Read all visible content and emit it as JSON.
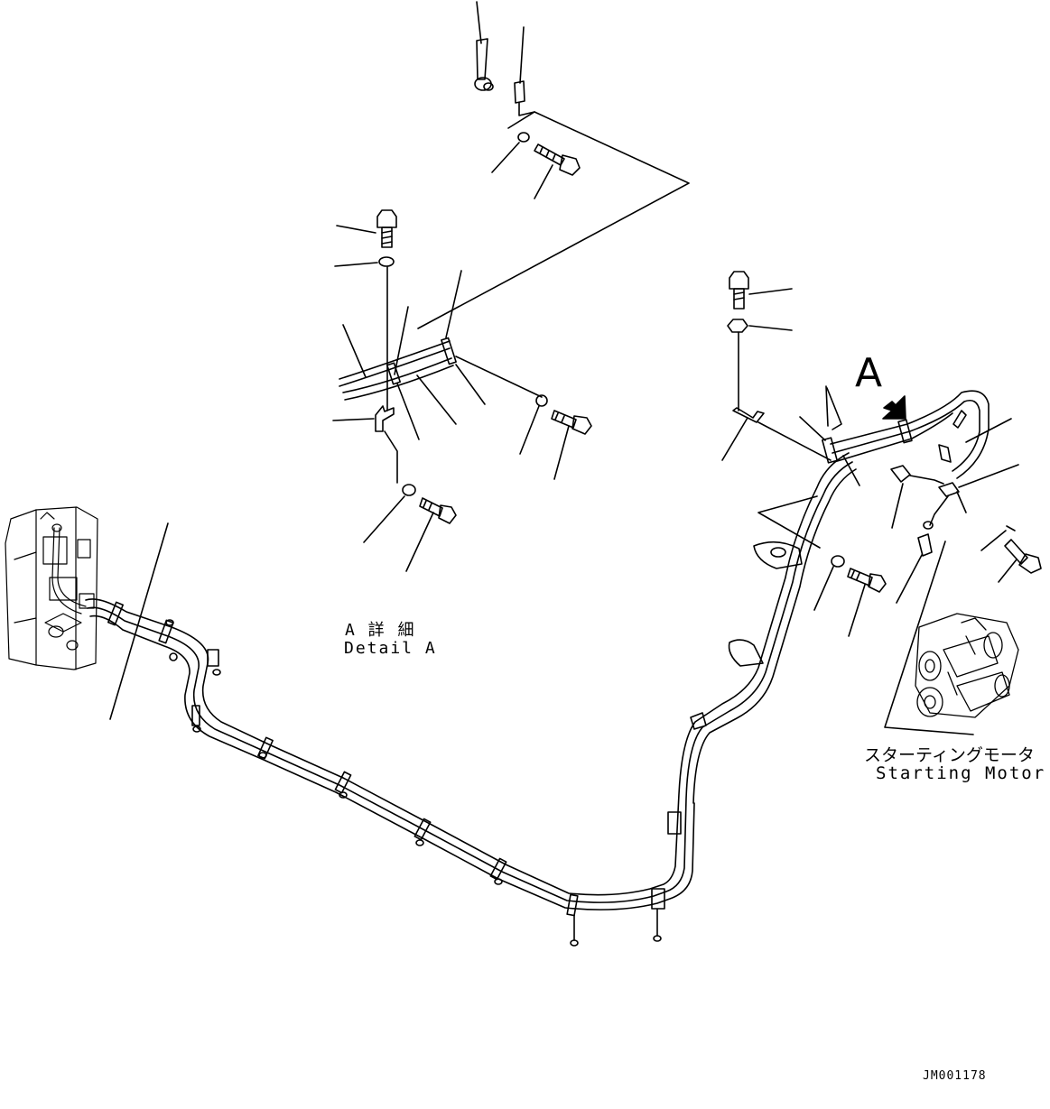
{
  "view_marker": "A",
  "detail_label": {
    "japanese": "A 詳 細",
    "english": "Detail A"
  },
  "component_label": {
    "japanese": "スターティングモータ",
    "english": "Starting Motor"
  },
  "drawing_number": "JM001178",
  "colors": {
    "line": "#000000",
    "background": "#ffffff"
  }
}
